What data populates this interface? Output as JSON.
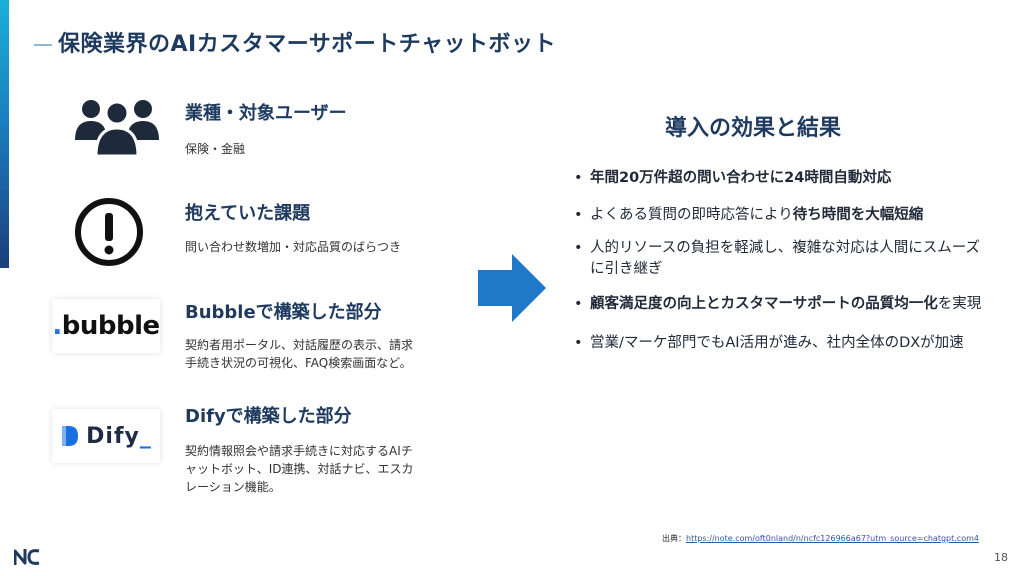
{
  "slide": {
    "title": "保険業界のAIカスタマーサポートチャットボット",
    "page_number": "18"
  },
  "left_items": [
    {
      "icon": "users-icon",
      "heading": "業種・対象ユーザー",
      "body": "保険・金融"
    },
    {
      "icon": "exclamation-circle-icon",
      "heading": "抱えていた課題",
      "body": "問い合わせ数増加・対応品質のばらつき"
    },
    {
      "icon": "bubble-logo",
      "logo_text": "bubble",
      "heading": "Bubbleで構築した部分",
      "body_lines": [
        "契約者用ポータル、対話履歴の表示、請求",
        "手続き状況の可視化、FAQ検索画面など。"
      ]
    },
    {
      "icon": "dify-logo",
      "logo_text": "Dify",
      "heading": "Difyで構築した部分",
      "body_lines": [
        "契約情報照会や請求手続きに対応するAIチ",
        "ャットボット、ID連携、対話ナビ、エスカ",
        "レーション機能。"
      ]
    }
  ],
  "effects": {
    "title": "導入の効果と結果",
    "items": [
      {
        "parts": [
          {
            "text": "年間20万件超の問い合わせに24時間自動対応",
            "bold": true
          }
        ]
      },
      {
        "parts": [
          {
            "text": "よくある質問の即時応答により",
            "bold": false
          },
          {
            "text": "待ち時間を大幅短縮",
            "bold": true
          }
        ]
      },
      {
        "parts": [
          {
            "text": "人的リソースの負担を軽減し、複雑な対応は人間にスムーズに引き継ぎ",
            "bold": false
          }
        ]
      },
      {
        "parts": [
          {
            "text": "顧客満足度の向上とカスタマーサポートの品質均一化",
            "bold": true
          },
          {
            "text": "を実現",
            "bold": false
          }
        ]
      },
      {
        "parts": [
          {
            "text": "営業/マーケ部門でもAI活用が進み、社内全体のDXが加速",
            "bold": false
          }
        ]
      }
    ]
  },
  "source": {
    "label": "出典：",
    "url": "https://note.com/oft0nland/n/ncfc126966a67?utm_source=chatgpt.com4"
  },
  "colors": {
    "accent": "#1e3a5f",
    "arrow": "#1f78c8",
    "bubble_dot": "#2b6fe0",
    "dify_blue": "#1b6fe0"
  }
}
